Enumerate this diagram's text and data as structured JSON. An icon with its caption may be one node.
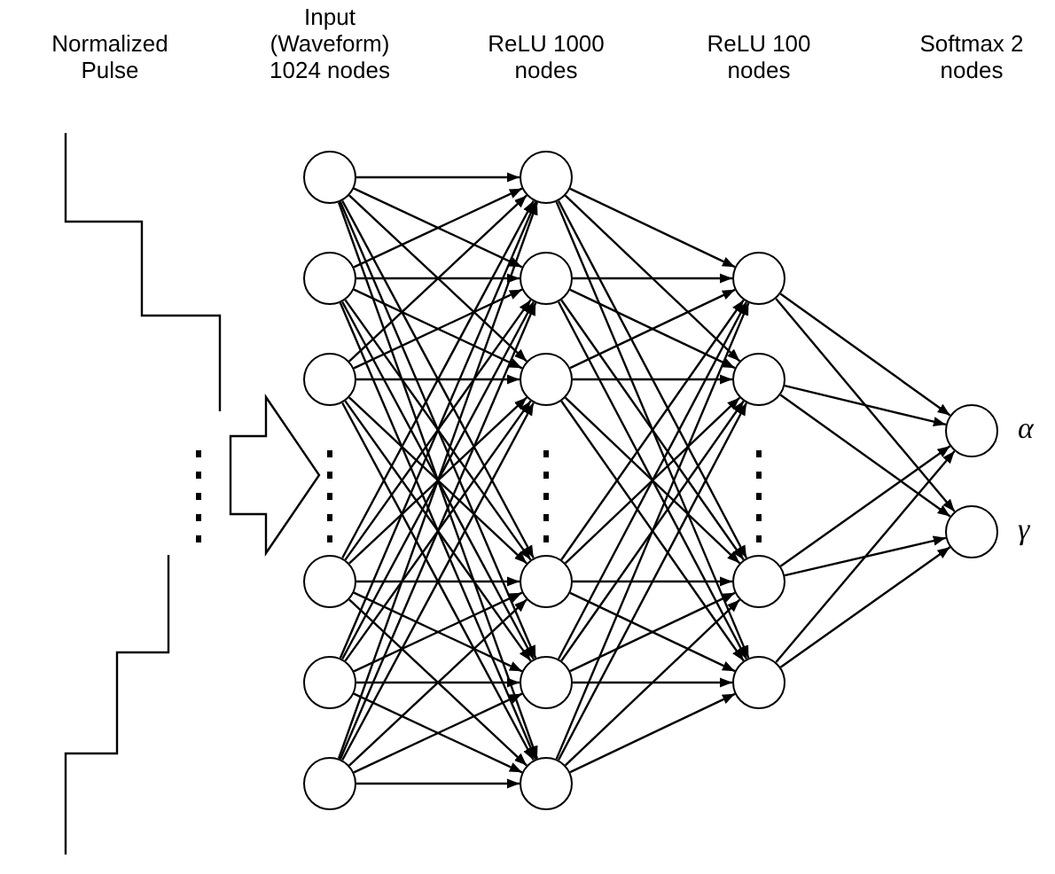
{
  "diagram": {
    "nodes": [
      {
        "text": [],
        "shape": "circle"
      },
      {
        "text": [],
        "shape": "circle"
      },
      {
        "text": [],
        "shape": "circle"
      },
      {
        "text": [],
        "shape": "circle"
      },
      {
        "text": [],
        "shape": "circle"
      },
      {
        "text": [],
        "shape": "circle"
      },
      {
        "text": [],
        "shape": "circle"
      },
      {
        "text": [],
        "shape": "circle"
      },
      {
        "text": [],
        "shape": "circle"
      },
      {
        "text": [],
        "shape": "circle"
      },
      {
        "text": [],
        "shape": "circle"
      },
      {
        "text": [],
        "shape": "circle"
      },
      {
        "text": [],
        "shape": "circle"
      },
      {
        "text": [],
        "shape": "circle"
      },
      {
        "text": [],
        "shape": "circle"
      },
      {
        "text": [],
        "shape": "circle"
      },
      {
        "text": [],
        "shape": "circle",
        "beside": [
          "α"
        ]
      },
      {
        "text": [],
        "shape": "circle",
        "beside": [
          "γ"
        ]
      },
      {
        "text": [],
        "shape": "picture"
      }
    ],
    "edges": [
      {
        "from": 0,
        "to": 6,
        "arrow": "to"
      },
      {
        "from": 0,
        "to": 7,
        "arrow": "to"
      },
      {
        "from": 0,
        "to": 8,
        "arrow": "to"
      },
      {
        "from": 0,
        "to": 9,
        "arrow": "to"
      },
      {
        "from": 0,
        "to": 10,
        "arrow": "to"
      },
      {
        "from": 0,
        "to": 11,
        "arrow": "to"
      },
      {
        "from": 1,
        "to": 6,
        "arrow": "to"
      },
      {
        "from": 1,
        "to": 7,
        "arrow": "to"
      },
      {
        "from": 1,
        "to": 8,
        "arrow": "to"
      },
      {
        "from": 1,
        "to": 9,
        "arrow": "to"
      },
      {
        "from": 1,
        "to": 10,
        "arrow": "to"
      },
      {
        "from": 1,
        "to": 11,
        "arrow": "to"
      },
      {
        "from": 2,
        "to": 6,
        "arrow": "to"
      },
      {
        "from": 2,
        "to": 7,
        "arrow": "to"
      },
      {
        "from": 2,
        "to": 8,
        "arrow": "to"
      },
      {
        "from": 2,
        "to": 9,
        "arrow": "to"
      },
      {
        "from": 2,
        "to": 10,
        "arrow": "to"
      },
      {
        "from": 2,
        "to": 11,
        "arrow": "to"
      },
      {
        "from": 3,
        "to": 6,
        "arrow": "to"
      },
      {
        "from": 3,
        "to": 7,
        "arrow": "to"
      },
      {
        "from": 3,
        "to": 8,
        "arrow": "to"
      },
      {
        "from": 3,
        "to": 9,
        "arrow": "to"
      },
      {
        "from": 3,
        "to": 10,
        "arrow": "to"
      },
      {
        "from": 3,
        "to": 11,
        "arrow": "to"
      },
      {
        "from": 4,
        "to": 6,
        "arrow": "to"
      },
      {
        "from": 4,
        "to": 7,
        "arrow": "to"
      },
      {
        "from": 4,
        "to": 8,
        "arrow": "to"
      },
      {
        "from": 4,
        "to": 9,
        "arrow": "to"
      },
      {
        "from": 4,
        "to": 10,
        "arrow": "to"
      },
      {
        "from": 4,
        "to": 11,
        "arrow": "to"
      },
      {
        "from": 5,
        "to": 6,
        "arrow": "to"
      },
      {
        "from": 5,
        "to": 7,
        "arrow": "to"
      },
      {
        "from": 5,
        "to": 8,
        "arrow": "to"
      },
      {
        "from": 5,
        "to": 9,
        "arrow": "to"
      },
      {
        "from": 5,
        "to": 10,
        "arrow": "to"
      },
      {
        "from": 5,
        "to": 11,
        "arrow": "to"
      },
      {
        "from": 6,
        "to": 12,
        "arrow": "to"
      },
      {
        "from": 6,
        "to": 13,
        "arrow": "to"
      },
      {
        "from": 6,
        "to": 14,
        "arrow": "to"
      },
      {
        "from": 6,
        "to": 15,
        "arrow": "to"
      },
      {
        "from": 7,
        "to": 12,
        "arrow": "to"
      },
      {
        "from": 7,
        "to": 13,
        "arrow": "to"
      },
      {
        "from": 7,
        "to": 14,
        "arrow": "to"
      },
      {
        "from": 7,
        "to": 15,
        "arrow": "to"
      },
      {
        "from": 8,
        "to": 12,
        "arrow": "to"
      },
      {
        "from": 8,
        "to": 13,
        "arrow": "to"
      },
      {
        "from": 8,
        "to": 14,
        "arrow": "to"
      },
      {
        "from": 8,
        "to": 15,
        "arrow": "to"
      },
      {
        "from": 9,
        "to": 12,
        "arrow": "to"
      },
      {
        "from": 9,
        "to": 13,
        "arrow": "to"
      },
      {
        "from": 9,
        "to": 14,
        "arrow": "to"
      },
      {
        "from": 9,
        "to": 15,
        "arrow": "to"
      },
      {
        "from": 10,
        "to": 12,
        "arrow": "to"
      },
      {
        "from": 10,
        "to": 13,
        "arrow": "to"
      },
      {
        "from": 10,
        "to": 14,
        "arrow": "to"
      },
      {
        "from": 10,
        "to": 15,
        "arrow": "to"
      },
      {
        "from": 11,
        "to": 12,
        "arrow": "to"
      },
      {
        "from": 11,
        "to": 13,
        "arrow": "to"
      },
      {
        "from": 11,
        "to": 14,
        "arrow": "to"
      },
      {
        "from": 11,
        "to": 15,
        "arrow": "to"
      },
      {
        "from": 12,
        "to": 16,
        "arrow": "to"
      },
      {
        "from": 12,
        "to": 17,
        "arrow": "to"
      },
      {
        "from": 13,
        "to": 16,
        "arrow": "to"
      },
      {
        "from": 13,
        "to": 17,
        "arrow": "to"
      },
      {
        "from": 14,
        "to": 16,
        "arrow": "to"
      },
      {
        "from": 14,
        "to": 17,
        "arrow": "to"
      },
      {
        "from": 15,
        "to": 16,
        "arrow": "to"
      },
      {
        "from": 15,
        "to": 17,
        "arrow": "to"
      },
      {
        "from": 18,
        "to": null,
        "arrow": "to"
      }
    ],
    "labels": [
      "Normalized Pulse",
      "Input (Waveform) 1024 nodes",
      "ReLU 1000 nodes",
      "ReLU 100 nodes",
      "Softmax 2 nodes"
    ]
  }
}
